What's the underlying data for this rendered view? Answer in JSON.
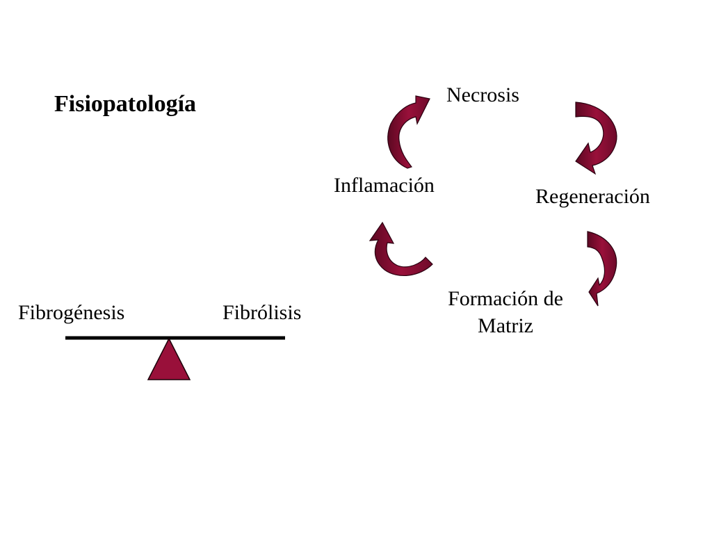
{
  "title": "Fisiopatología",
  "cycle": {
    "nodes": {
      "necrosis": "Necrosis",
      "regeneracion": "Regeneración",
      "formacion": "Formación de Matriz",
      "inflamacion": "Inflamación"
    },
    "arrow_color": "#99103a"
  },
  "balance": {
    "left_label": "Fibrogénesis",
    "right_label": "Fibrólisis",
    "fulcrum_color": "#99103a",
    "beam_color": "#000000"
  }
}
